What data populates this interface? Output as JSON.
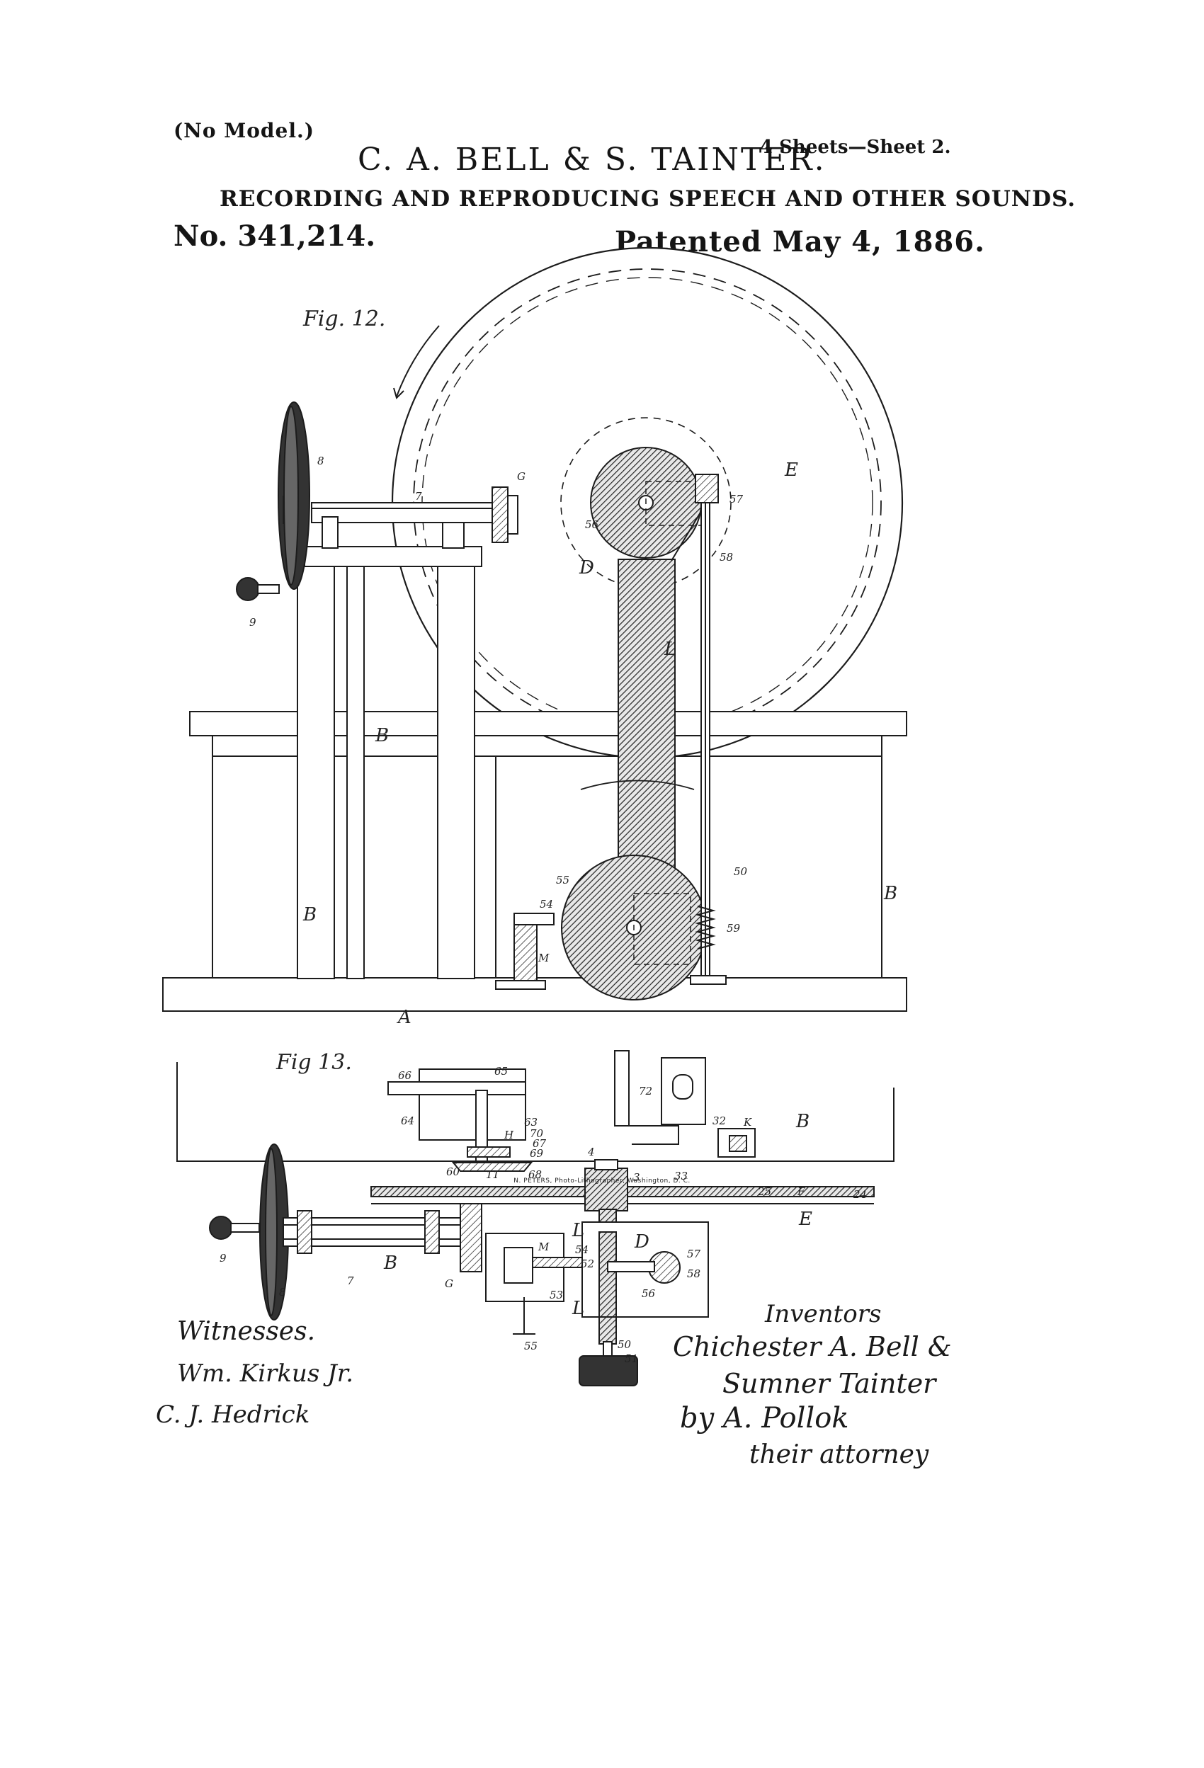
{
  "header": {
    "model": "(No Model.)",
    "inventors": "C. A. BELL & S. TAINTER.",
    "sheets": "4 Sheets—Sheet 2.",
    "title": "RECORDING AND REPRODUCING SPEECH AND OTHER SOUNDS.",
    "patent_no": "No. 341,214.",
    "patent_date": "Patented May 4, 1886."
  },
  "figures": {
    "fig12": "Fig. 12.",
    "fig13": "Fig 13."
  },
  "labels": {
    "E": "E",
    "D": "D",
    "L": "L",
    "B": "B",
    "A": "A",
    "M": "M",
    "G": "G",
    "H": "H",
    "K": "K",
    "F": "F",
    "n7": "7",
    "n8": "8",
    "n9": "9",
    "n56": "56",
    "n57": "57",
    "n58": "58",
    "n50": "50",
    "n59": "59",
    "n55": "55",
    "n54": "54",
    "n64": "64",
    "n65": "65",
    "n66": "66",
    "n63": "63",
    "n70": "70",
    "n67": "67",
    "n69": "69",
    "n60": "60",
    "n11": "11",
    "n68": "68",
    "n72": "72",
    "n32": "32",
    "n33": "33",
    "n25": "25",
    "n24": "24",
    "n3": "3",
    "n4": "4",
    "n53": "53",
    "n51": "51",
    "n52": "52"
  },
  "witnesses": {
    "heading": "Witnesses.",
    "w1": "Wm. Kirkus Jr.",
    "w2": "C. J. Hedrick"
  },
  "inventors_sig": {
    "heading": "Inventors",
    "i1": "Chichester A. Bell &",
    "i2": "Sumner Tainter",
    "by": "by A. Pollok",
    "att": "their attorney"
  },
  "footer": "N. PETERS, Photo-Lithographer, Washington, D. C."
}
